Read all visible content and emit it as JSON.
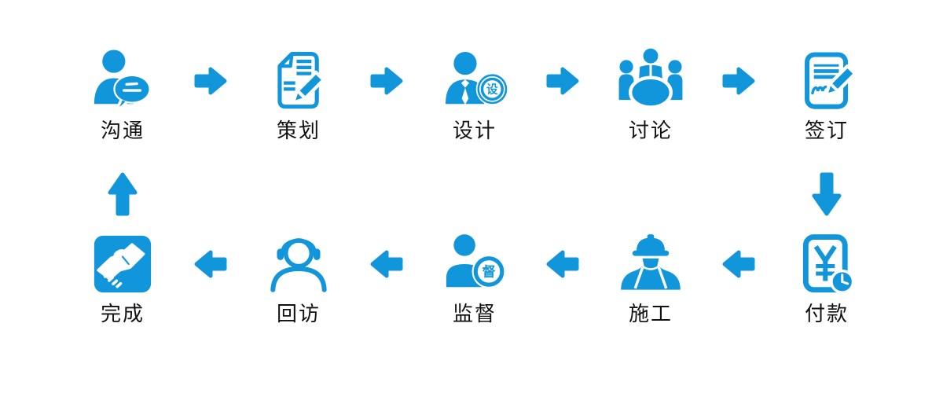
{
  "colors": {
    "accent": "#1296db",
    "label": "#111111",
    "background": "#ffffff"
  },
  "diagram": {
    "type": "process-flow",
    "top_row": {
      "direction": "left-to-right",
      "steps": [
        {
          "label": "沟通",
          "icon": "person-chat-icon"
        },
        {
          "label": "策划",
          "icon": "plan-document-pen-icon"
        },
        {
          "label": "设计",
          "icon": "designer-person-icon",
          "badge": "设"
        },
        {
          "label": "讨论",
          "icon": "meeting-table-icon"
        },
        {
          "label": "签订",
          "icon": "contract-signing-icon"
        }
      ]
    },
    "bottom_row": {
      "direction": "right-to-left",
      "steps": [
        {
          "label": "完成",
          "icon": "handshake-icon"
        },
        {
          "label": "回访",
          "icon": "headset-support-icon"
        },
        {
          "label": "监督",
          "icon": "supervisor-person-icon",
          "badge": "督"
        },
        {
          "label": "施工",
          "icon": "construction-worker-icon"
        },
        {
          "label": "付款",
          "icon": "payment-clock-icon"
        }
      ]
    }
  }
}
